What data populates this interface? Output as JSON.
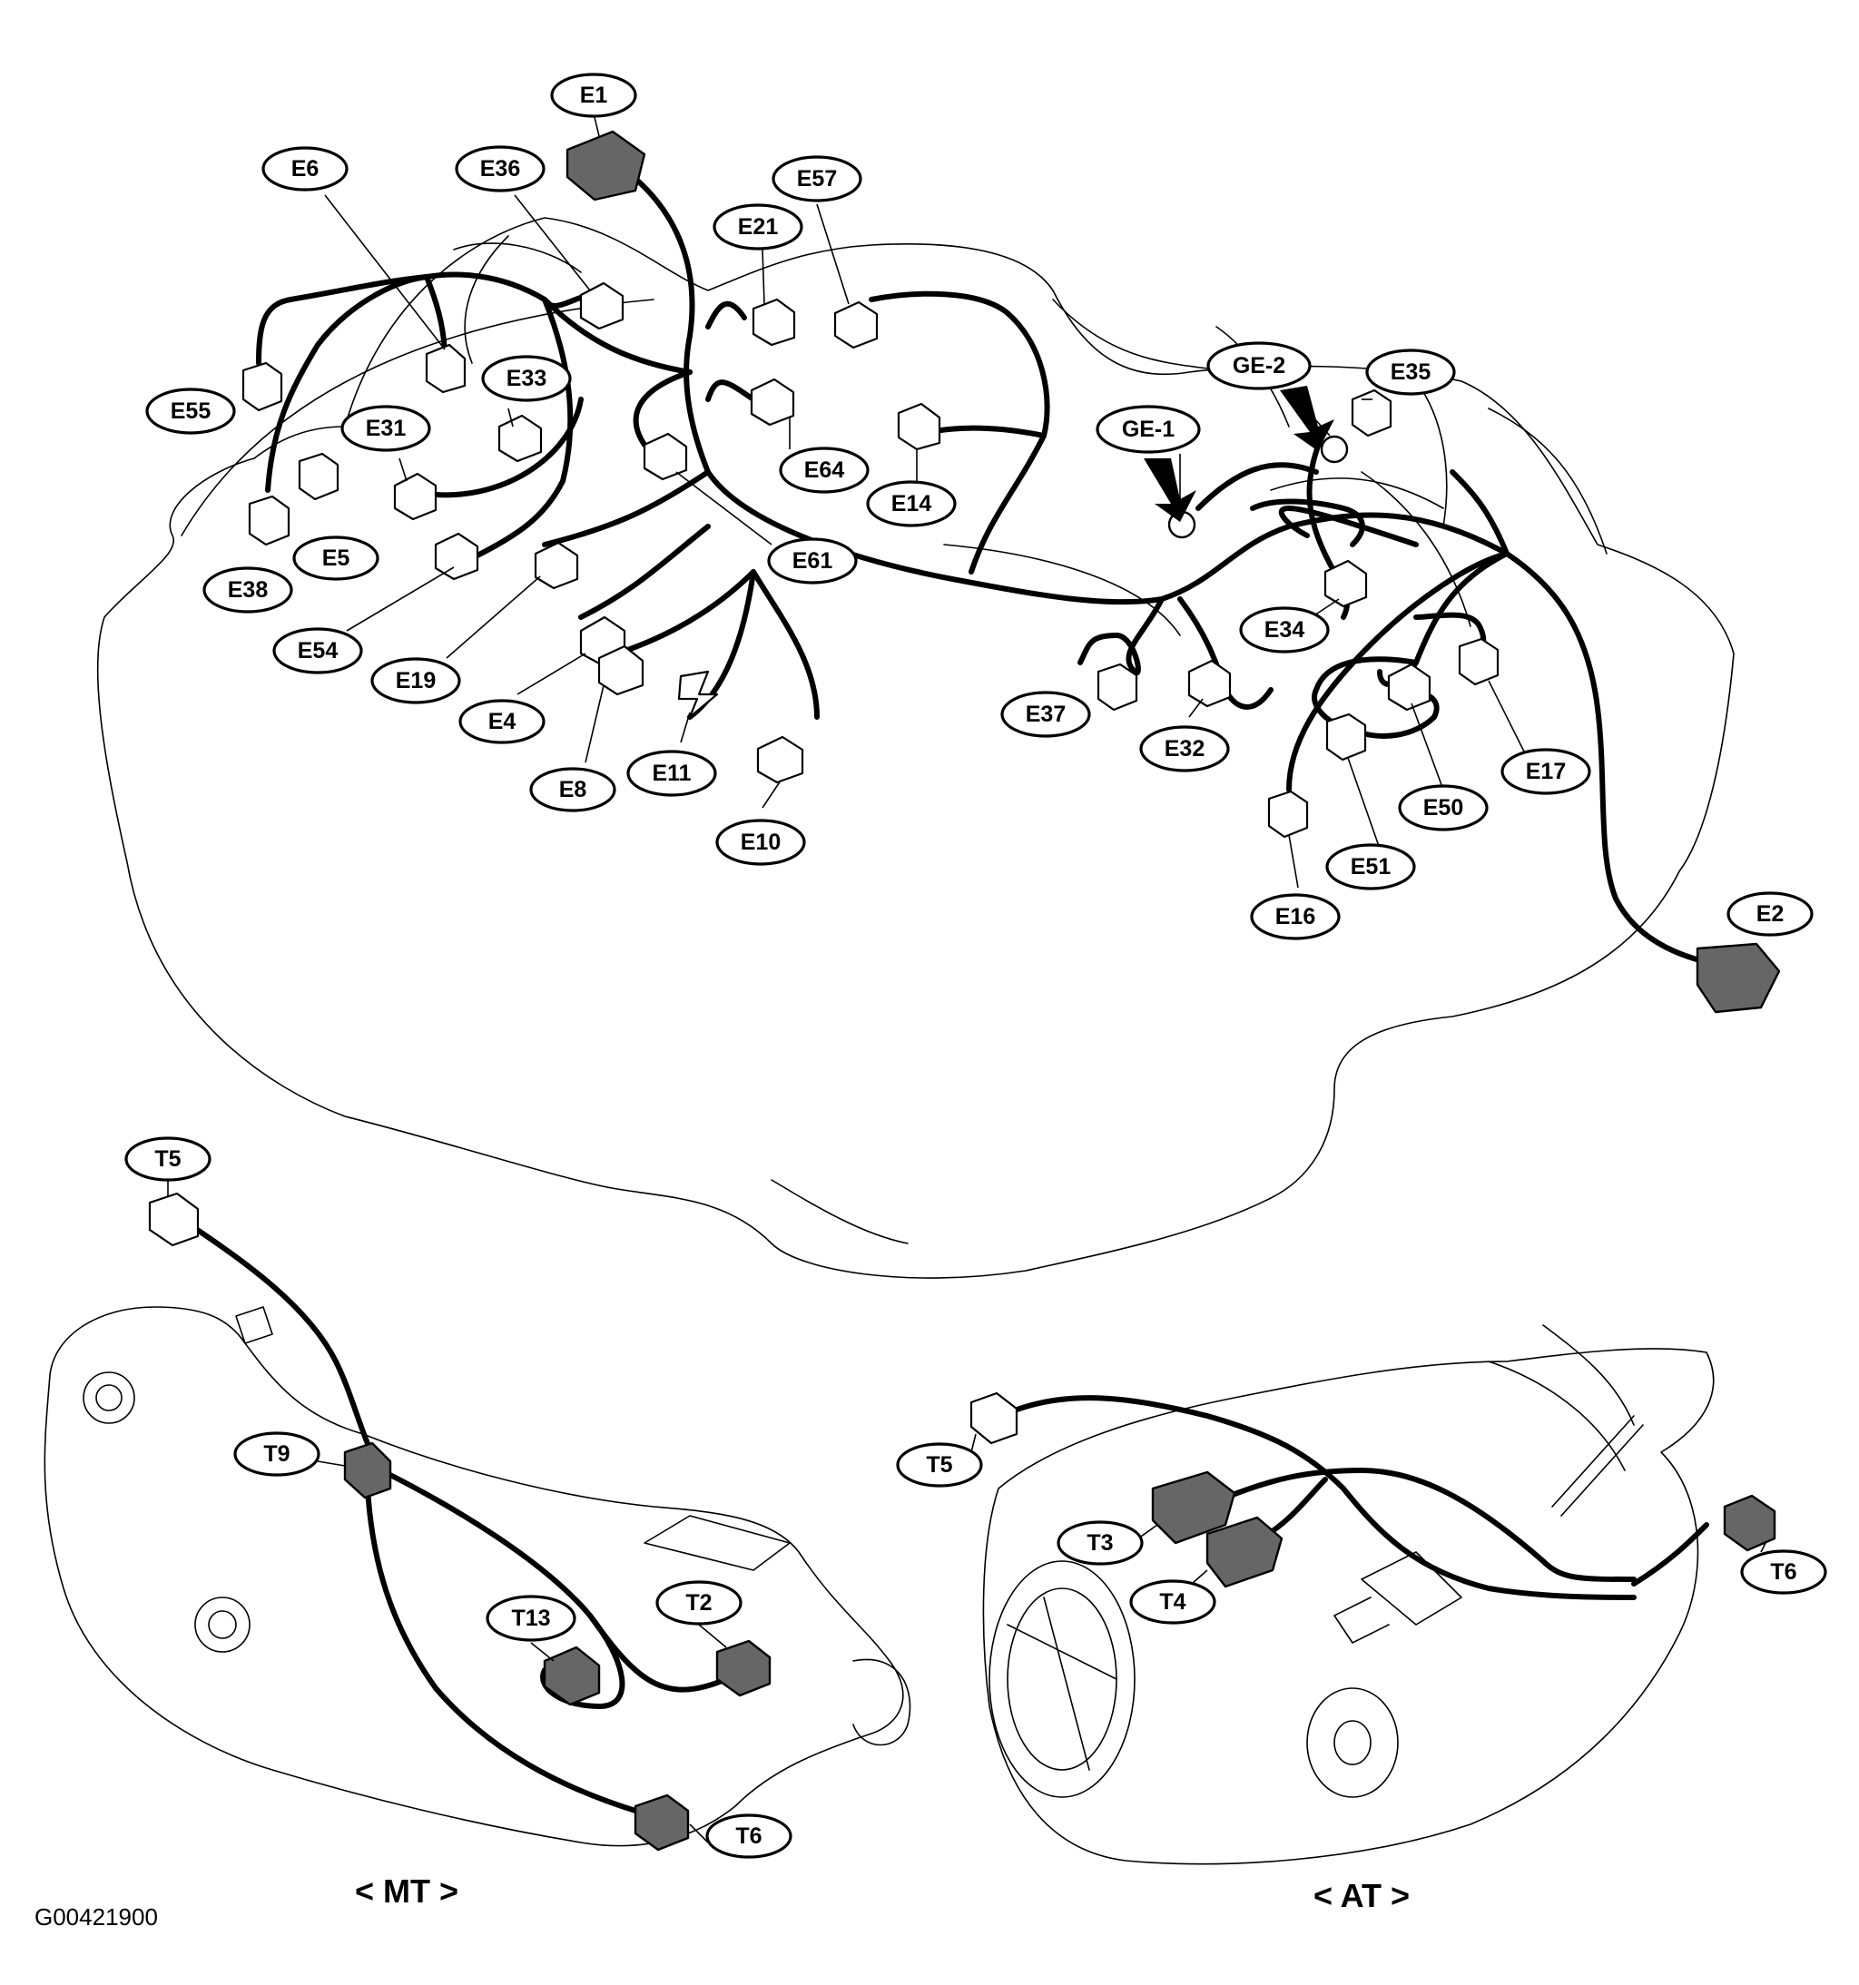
{
  "figure_id": "G00421900",
  "views": {
    "mt": "< MT >",
    "at": "< AT >"
  },
  "callouts": {
    "E1": "E1",
    "E2": "E2",
    "E4": "E4",
    "E5": "E5",
    "E6": "E6",
    "E8": "E8",
    "E10": "E10",
    "E11": "E11",
    "E14": "E14",
    "E16": "E16",
    "E17": "E17",
    "E19": "E19",
    "E21": "E21",
    "E31": "E31",
    "E32": "E32",
    "E33": "E33",
    "E34": "E34",
    "E35": "E35",
    "E36": "E36",
    "E37": "E37",
    "E38": "E38",
    "E50": "E50",
    "E51": "E51",
    "E54": "E54",
    "E55": "E55",
    "E57": "E57",
    "E61": "E61",
    "E64": "E64",
    "GE1": "GE-1",
    "GE2": "GE-2",
    "MT_T2": "T2",
    "MT_T5": "T5",
    "MT_T6": "T6",
    "MT_T9": "T9",
    "MT_T13": "T13",
    "AT_T3": "T3",
    "AT_T4": "T4",
    "AT_T5": "T5",
    "AT_T6": "T6"
  }
}
